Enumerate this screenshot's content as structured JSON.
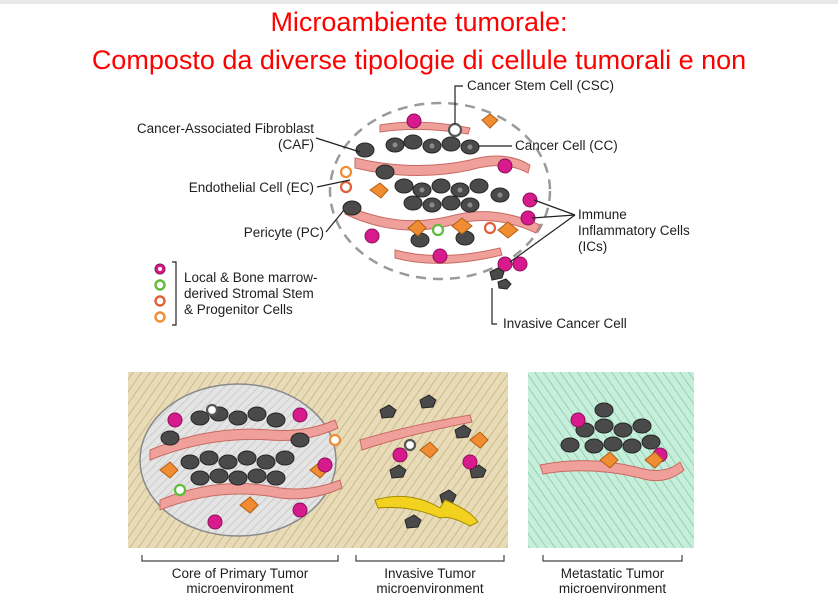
{
  "title": {
    "line1": "Microambiente tumorale:",
    "line2": "Composto da diverse tipologie di cellule tumorali e non"
  },
  "diagram_labels": {
    "csc": "Cancer Stem Cell (CSC)",
    "caf_line1": "Cancer-Associated Fibroblast",
    "caf_line2": "(CAF)",
    "cc": "Cancer Cell (CC)",
    "ec": "Endothelial Cell (EC)",
    "immune_line1": "Immune",
    "immune_line2": "Inflammatory Cells",
    "immune_line3": "(ICs)",
    "pc": "Pericyte (PC)",
    "stromal_line1": "Local & Bone marrow-",
    "stromal_line2": "derived Stromal Stem",
    "stromal_line3": "& Progenitor Cells",
    "invasive": "Invasive Cancer Cell"
  },
  "panel_captions": {
    "core_line1": "Core of Primary Tumor",
    "core_line2": "microenvironment",
    "invasive_line1": "Invasive Tumor",
    "invasive_line2": "microenvironment",
    "metastatic_line1": "Metastatic Tumor",
    "metastatic_line2": "microenvironment"
  },
  "colors": {
    "title": "#ff0000",
    "cancer_cell": "#4a4a4a",
    "caf": "#f08c32",
    "endothelial": "#f0a09a",
    "immune": "#d81b8c",
    "primary_stroma": "#e0d2a8",
    "metastatic_stroma": "#b4e6cc",
    "pericyte_yellow": "#f2d11f"
  }
}
